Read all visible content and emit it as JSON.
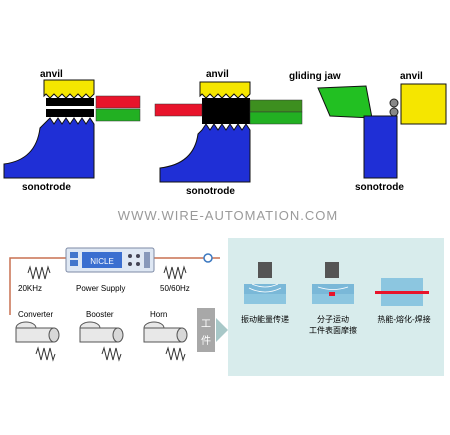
{
  "panel1": {
    "anvil_label": "anvil",
    "sonotrode_label": "sonotrode"
  },
  "panel2": {
    "anvil_label": "anvil",
    "sonotrode_label": "sonotrode"
  },
  "panel3": {
    "gliding_label": "gliding jaw",
    "anvil_label": "anvil",
    "sonotrode_label": "sonotrode"
  },
  "watermark": "WWW.WIRE-AUTOMATION.COM",
  "bottom": {
    "freq_left": "20KHz",
    "power_supply_label": "Power Supply",
    "freq_right": "50/60Hz",
    "device_brand": "NICLE",
    "converter_label": "Converter",
    "booster_label": "Booster",
    "horn_label": "Horn",
    "workpiece_label_1": "工",
    "workpiece_label_2": "件",
    "stage_labels": [
      "振动能量传递",
      "分子运动",
      "工件表面摩擦",
      "热能-熔化-焊接"
    ]
  },
  "colors": {
    "yellow": "#f5e600",
    "blue": "#1f2fd6",
    "red": "#e8142b",
    "green": "#22b022",
    "dark_green": "#3d8f1f",
    "black": "#000000",
    "panel_bg": "#d8ecec",
    "wire": "#c87050"
  }
}
